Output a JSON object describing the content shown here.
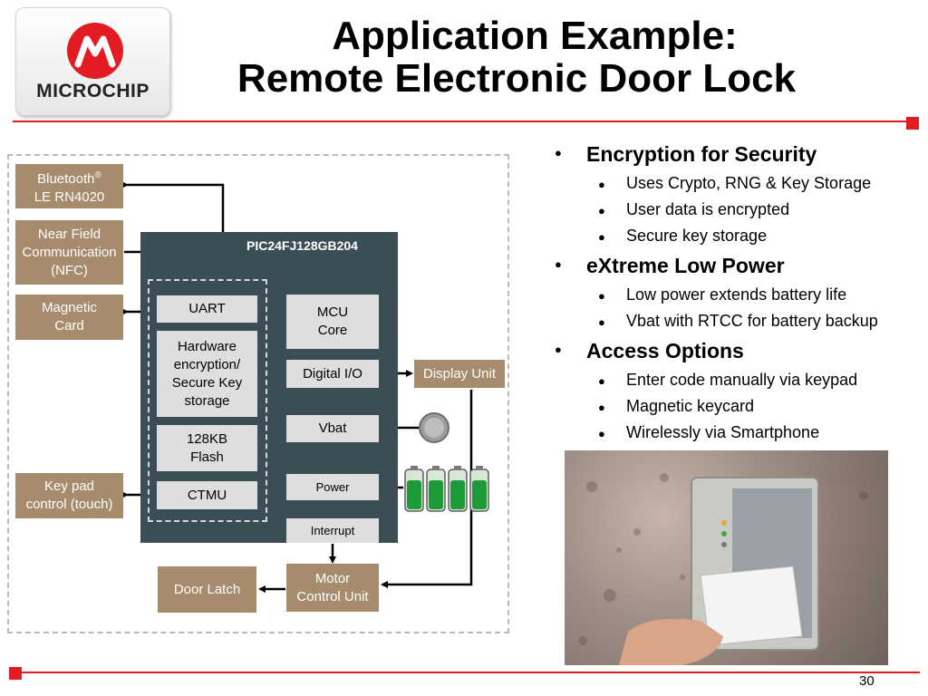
{
  "logo": {
    "wordmark": "MICROCHIP"
  },
  "title": {
    "line1": "Application Example:",
    "line2": "Remote Electronic Door Lock"
  },
  "diagram": {
    "external": {
      "bluetooth_line1": "Bluetooth",
      "bluetooth_sup": "®",
      "bluetooth_line2": "LE RN4020",
      "nfc_line1": "Near Field",
      "nfc_line2": "Communication",
      "nfc_line3": "(NFC)",
      "magnetic_line1": "Magnetic",
      "magnetic_line2": "Card",
      "keypad_line1": "Key pad",
      "keypad_line2": "control (touch)",
      "door_latch": "Door Latch",
      "display_unit": "Display Unit"
    },
    "mcu_title": "PIC24FJ128GB204",
    "blocks": {
      "uart": "UART",
      "hw_line1": "Hardware",
      "hw_line2": "encryption/",
      "hw_line3": "Secure Key",
      "hw_line4": "storage",
      "flash_line1": "128KB",
      "flash_line2": "Flash",
      "ctmu": "CTMU",
      "mcu_line1": "MCU",
      "mcu_line2": "Core",
      "digital_io": "Digital I/O",
      "vbat": "Vbat",
      "power": "Power",
      "interrupt": "Interrupt",
      "motor_line1": "Motor",
      "motor_line2": "Control Unit"
    }
  },
  "bullets": [
    {
      "heading": "Encryption for Security",
      "items": [
        "Uses Crypto, RNG & Key Storage",
        "User data is encrypted",
        "Secure key storage"
      ]
    },
    {
      "heading": "eXtreme Low Power",
      "items": [
        "Low power extends battery life",
        "Vbat with RTCC for battery backup"
      ]
    },
    {
      "heading": "Access Options",
      "items": [
        "Enter code manually via keypad",
        "Magnetic keycard",
        "Wirelessly via Smartphone"
      ]
    }
  ],
  "bullet_glyph": "●",
  "page_number": "30",
  "colors": {
    "accent_red": "#e31b23",
    "tan": "#a68b6c",
    "panel": "#3b4d55",
    "block_gray": "#dedede"
  }
}
